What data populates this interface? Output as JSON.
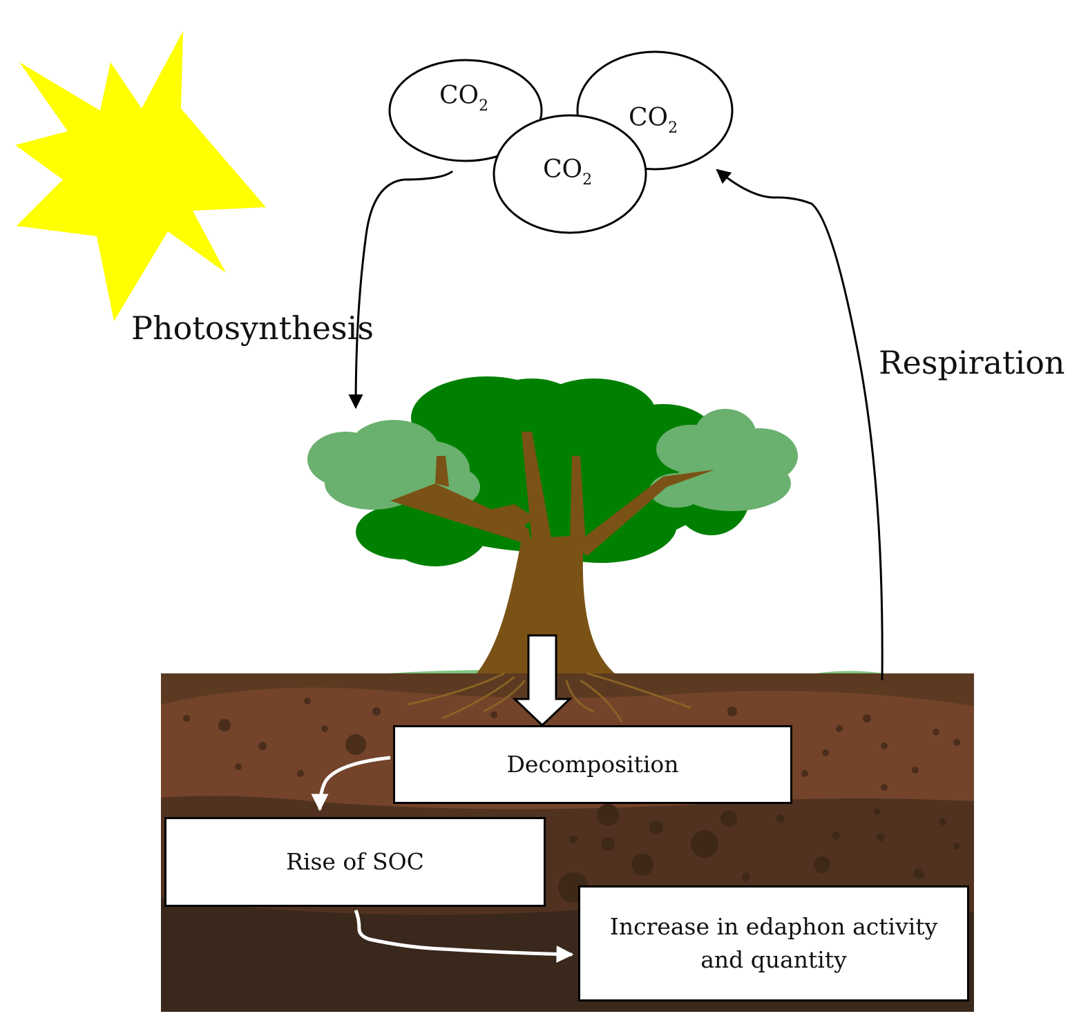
{
  "labels": {
    "photosynthesis": "Photosynthesis",
    "respiration": "Respiration"
  },
  "co2_bubbles": [
    {
      "text": "CO",
      "sub": "2"
    },
    {
      "text": "CO",
      "sub": "2"
    },
    {
      "text": "CO",
      "sub": "2"
    }
  ],
  "boxes": {
    "decomposition": "Decomposition",
    "rise_soc": "Rise of SOC",
    "edaphon_line1": "Increase in edaphon activity",
    "edaphon_line2": "and quantity"
  },
  "colors": {
    "sun": "#ffff00",
    "foliage_dark": "#008000",
    "foliage_light": "#6ab06e",
    "trunk": "#7b5216",
    "soil_top": "#5b3a21",
    "soil_mid": "#73442a",
    "soil_deep": "#513220",
    "soil_bottom": "#3a281c",
    "grass": "#7cc57e"
  }
}
